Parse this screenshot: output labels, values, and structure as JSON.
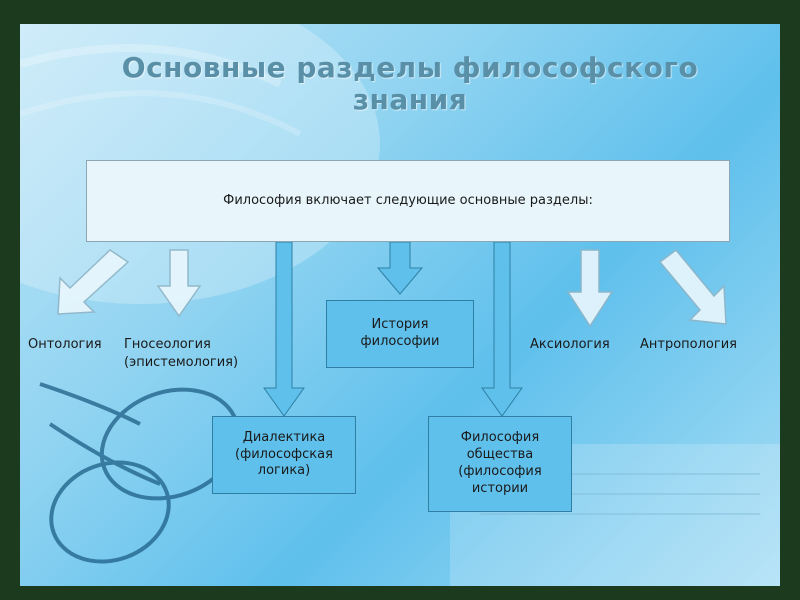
{
  "title": {
    "line1": "Основные разделы философского",
    "line2": "знания"
  },
  "main_box": {
    "text": "Философия включает следующие основные разделы:"
  },
  "branches": {
    "ontology": "Онтология",
    "gnoseology_1": "Гносеология",
    "gnoseology_2": "(эпистемология)",
    "history_1": "История",
    "history_2": "философии",
    "dialectics_1": "Диалектика",
    "dialectics_2": "(философская",
    "dialectics_3": "логика)",
    "society_1": "Философия",
    "society_2": "общества",
    "society_3": "(философия",
    "society_4": "истории",
    "axiology": "Аксиология",
    "anthropology": "Антропология"
  },
  "colors": {
    "box_fill": "#5fc0ec",
    "main_box_fill": "#e8f6fc",
    "arrow_fill": "#5fc0ec",
    "title_color": "#5a8fa8"
  }
}
